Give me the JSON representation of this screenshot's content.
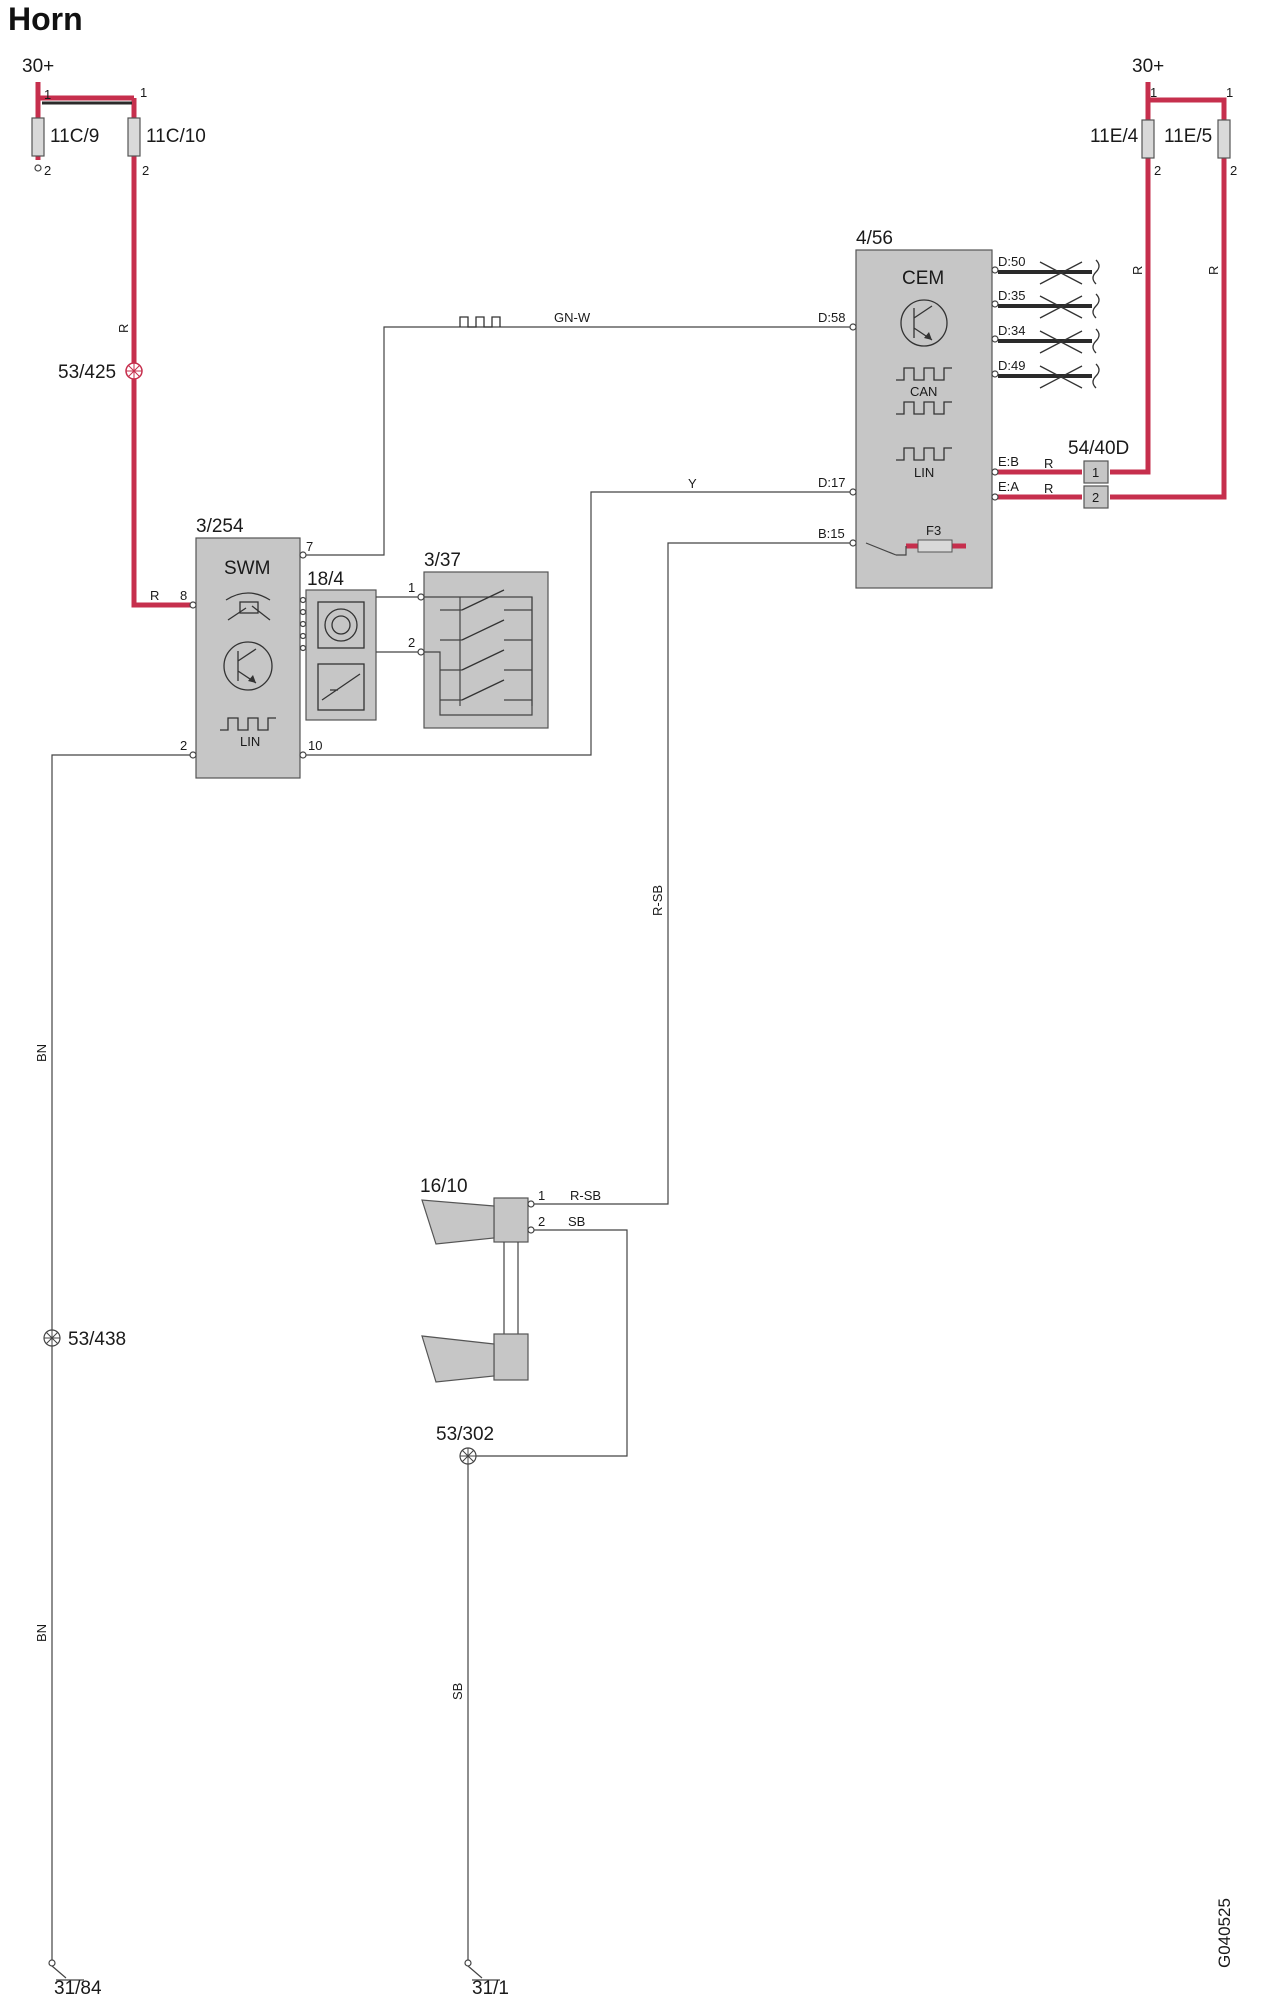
{
  "title": "Horn",
  "doc_code": "G040525",
  "colors": {
    "power_wire": "#c62f4d",
    "module_fill": "#c6c6c6",
    "wire": "#444444"
  },
  "supply": {
    "left": "30+",
    "right": "30+"
  },
  "fuses": [
    {
      "id": "11C/9",
      "pin_top": "1",
      "pin_bottom": "2"
    },
    {
      "id": "11C/10",
      "pin_top": "1",
      "pin_bottom": "2"
    },
    {
      "id": "11E/4",
      "pin_top": "1",
      "pin_bottom": "2"
    },
    {
      "id": "11E/5",
      "pin_top": "1",
      "pin_bottom": "2"
    }
  ],
  "modules": {
    "cem": {
      "id": "4/56",
      "name": "CEM",
      "can_label": "CAN",
      "lin_label": "LIN",
      "fuse_label": "F3",
      "pins": {
        "d58": "D:58",
        "d17": "D:17",
        "b15": "B:15",
        "d50": "D:50",
        "d35": "D:35",
        "d34": "D:34",
        "d49": "D:49",
        "eb": "E:B",
        "ea": "E:A"
      }
    },
    "swm": {
      "id": "3/254",
      "name": "SWM",
      "lin_label": "LIN",
      "pins": {
        "p7": "7",
        "p8": "8",
        "p2": "2",
        "p10": "10"
      }
    },
    "contact": {
      "id": "18/4"
    },
    "switch": {
      "id": "3/37",
      "pins": {
        "p1": "1",
        "p2": "2"
      }
    },
    "connector": {
      "id": "54/40D",
      "pins": {
        "p1": "1",
        "p2": "2"
      }
    },
    "horn": {
      "id": "16/10",
      "pins": {
        "p1": "1",
        "p2": "2"
      }
    }
  },
  "splices": {
    "s425": "53/425",
    "s438": "53/438",
    "s302": "53/302"
  },
  "grounds": {
    "g84": "31/84",
    "g1": "31/1"
  },
  "wire_colors": {
    "r": "R",
    "gnw": "GN-W",
    "y": "Y",
    "rsb": "R-SB",
    "sb": "SB",
    "bn": "BN"
  }
}
